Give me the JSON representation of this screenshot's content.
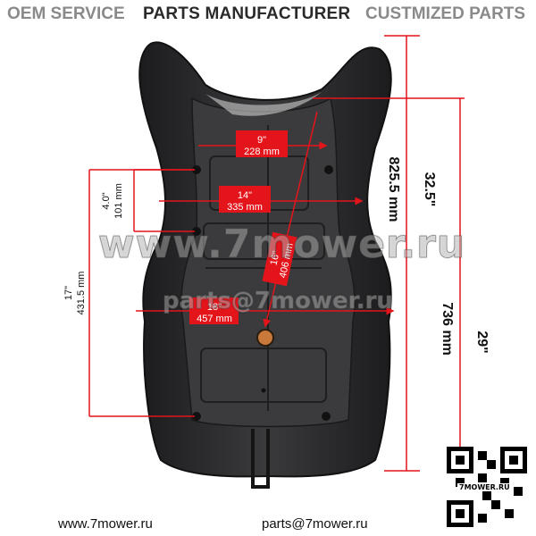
{
  "banner": {
    "oem": "OEM SERVICE",
    "parts": "PARTS MANUFACTURER",
    "custom": "CUSTMIZED PARTS"
  },
  "dimensions": {
    "width_top": {
      "in": "9\"",
      "mm": "228 mm"
    },
    "width_mid": {
      "in": "14\"",
      "mm": "335 mm"
    },
    "width_bottom": {
      "in": "18\"",
      "mm": "457 mm"
    },
    "diag": {
      "in": "16\"",
      "mm": "406 mm"
    },
    "left_short": {
      "in": "4.0\"",
      "mm": "101 mm"
    },
    "left_long": {
      "in": "17\"",
      "mm": "431.5 mm"
    },
    "right_total": {
      "in": "32.5\"",
      "mm": "825.5 mm"
    },
    "right_inner": {
      "in": "29\"",
      "mm": "736 mm"
    }
  },
  "watermark": {
    "site": "www.7mower.ru",
    "mail": "parts@7mower.ru"
  },
  "footer": {
    "website": "www.7mower.ru",
    "email": "parts@7mower.ru",
    "qr_label": "7MOWER.RU"
  },
  "colors": {
    "accent": "#e4141b",
    "seat": "#2c2c2e"
  }
}
